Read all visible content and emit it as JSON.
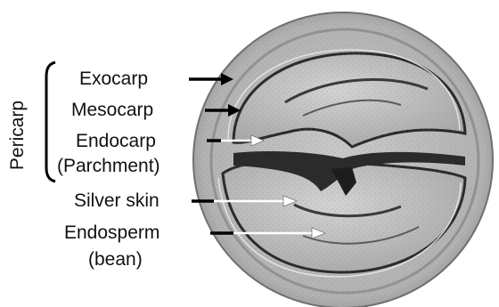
{
  "group_label": "Pericarp",
  "labels": {
    "exocarp": "Exocarp",
    "mesocarp": "Mesocarp",
    "endocarp": "Endocarp",
    "parchment": "(Parchment)",
    "silver_skin": "Silver skin",
    "endosperm": "Endosperm",
    "bean": "(bean)"
  },
  "colors": {
    "background": "#ffffff",
    "text": "#111111",
    "black_arrow": "#000000",
    "white_arrow": "#ffffff",
    "outer_tissue": "#a9a9a9",
    "pulp": "#b8b8b8",
    "bean_tissue": "#c4c4c4",
    "dark_gap": "#2b2b2b"
  }
}
